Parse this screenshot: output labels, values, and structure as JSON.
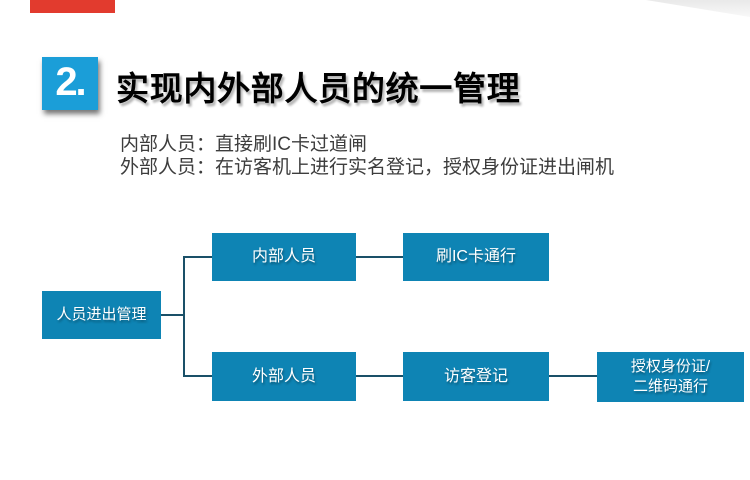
{
  "header": {
    "section_number": "2.",
    "title": "实现内外部人员的统一管理"
  },
  "description": {
    "line1": "内部人员：直接刷IC卡过道闸",
    "line2": "外部人员：在访客机上进行实名登记，授权身份证进出闸机"
  },
  "flowchart": {
    "root": "人员进出管理",
    "internal": "内部人员",
    "internal_action": "刷IC卡通行",
    "external": "外部人员",
    "external_action": "访客登记",
    "external_result": "授权身份证/\n二维码通行"
  },
  "colors": {
    "accent_red": "#e23b2e",
    "badge_blue": "#1b9ed8",
    "node_blue": "#0e84b4",
    "connector_blue": "#1a5068",
    "body_text": "#3d3d3d"
  }
}
